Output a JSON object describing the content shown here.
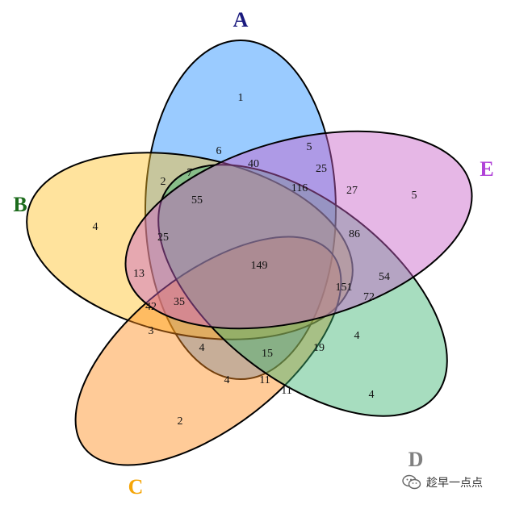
{
  "sets": [
    {
      "id": "A",
      "label": "A",
      "color": "#1E8CFF",
      "label_color": "#1A1A7E"
    },
    {
      "id": "B",
      "label": "B",
      "color": "#FFC125",
      "label_color": "#1C6B1C"
    },
    {
      "id": "C",
      "label": "C",
      "color": "#FF8C1A",
      "label_color": "#F5A60A"
    },
    {
      "id": "D",
      "label": "D",
      "color": "#3CB371",
      "label_color": "#808080"
    },
    {
      "id": "E",
      "label": "E",
      "color": "#C85FC8",
      "label_color": "#B042D8"
    }
  ],
  "regions": [
    {
      "sets": "A",
      "value": "1"
    },
    {
      "sets": "B",
      "value": "4"
    },
    {
      "sets": "C",
      "value": "2"
    },
    {
      "sets": "D",
      "value": "4"
    },
    {
      "sets": "E",
      "value": "5"
    },
    {
      "sets": "AD",
      "value": "6"
    },
    {
      "sets": "ADE",
      "value": "40"
    },
    {
      "sets": "AE",
      "value": "5"
    },
    {
      "sets": "ACDE",
      "value": "25"
    },
    {
      "sets": "ABD",
      "value": "7"
    },
    {
      "sets": "AB",
      "value": "2"
    },
    {
      "sets": "ABDE",
      "value": "55"
    },
    {
      "sets": "ACD",
      "value": "116"
    },
    {
      "sets": "CE",
      "value": "27"
    },
    {
      "sets": "BE",
      "value": "25"
    },
    {
      "sets": "BCE",
      "value": "13"
    },
    {
      "sets": "ABCDE",
      "value": "149"
    },
    {
      "sets": "CDE",
      "value": "86"
    },
    {
      "sets": "DE",
      "value": "54"
    },
    {
      "sets": "ABCE",
      "value": "151"
    },
    {
      "sets": "BCDE",
      "value": "72"
    },
    {
      "sets": "BCD",
      "value": "42"
    },
    {
      "sets": "ABC",
      "value": "35"
    },
    {
      "sets": "BC",
      "value": "3"
    },
    {
      "sets": "ACE",
      "value": "4"
    },
    {
      "sets": "ABCD",
      "value": "15"
    },
    {
      "sets": "ACDE2",
      "value": "19"
    },
    {
      "sets": "CD",
      "value": "4"
    },
    {
      "sets": "AC",
      "value": "4"
    },
    {
      "sets": "ACD2",
      "value": "11"
    },
    {
      "sets": "CD2",
      "value": "11"
    }
  ],
  "watermark": {
    "text": "趁早一点点",
    "icon": "wechat-icon"
  }
}
